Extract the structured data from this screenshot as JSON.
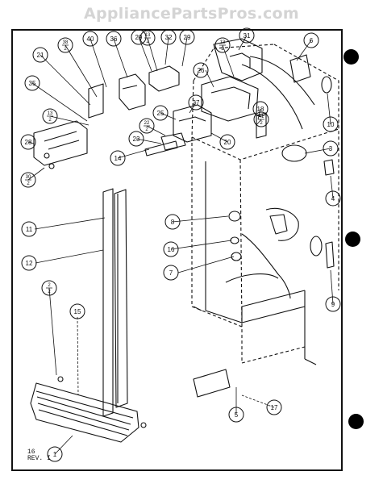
{
  "watermark": "AppliancePartsPros.com",
  "revision": {
    "line1": "16",
    "line2": "REV. I"
  },
  "callouts": [
    {
      "label": "1"
    },
    {
      "label": "3"
    },
    {
      "label": "4"
    },
    {
      "label": "5"
    },
    {
      "label": "6"
    },
    {
      "label": "7"
    },
    {
      "label": "8"
    },
    {
      "label": "9"
    },
    {
      "label": "10"
    },
    {
      "label": "11"
    },
    {
      "label": "12"
    },
    {
      "label": "14"
    },
    {
      "label": "15"
    },
    {
      "label": "16"
    },
    {
      "label": "17"
    },
    {
      "label": "18"
    },
    {
      "label": "20"
    },
    {
      "label": "21"
    },
    {
      "label": "23"
    },
    {
      "label": "25"
    },
    {
      "label": "26"
    },
    {
      "label": "27"
    },
    {
      "label": "28"
    },
    {
      "label": "29"
    },
    {
      "label": "29"
    },
    {
      "label": "31"
    },
    {
      "label": "32"
    },
    {
      "label": "35"
    },
    {
      "label": "36"
    },
    {
      "label": "40"
    }
  ],
  "fraction_callouts": [
    {
      "num": "38",
      "den": "2"
    },
    {
      "num": "13",
      "den": "2"
    },
    {
      "num": "13",
      "den": "2"
    },
    {
      "num": "13",
      "den": "2"
    },
    {
      "num": "22",
      "den": "2"
    },
    {
      "num": "41",
      "den": "2"
    },
    {
      "num": "30",
      "den": "2"
    },
    {
      "num": "2",
      "den": "2"
    }
  ]
}
